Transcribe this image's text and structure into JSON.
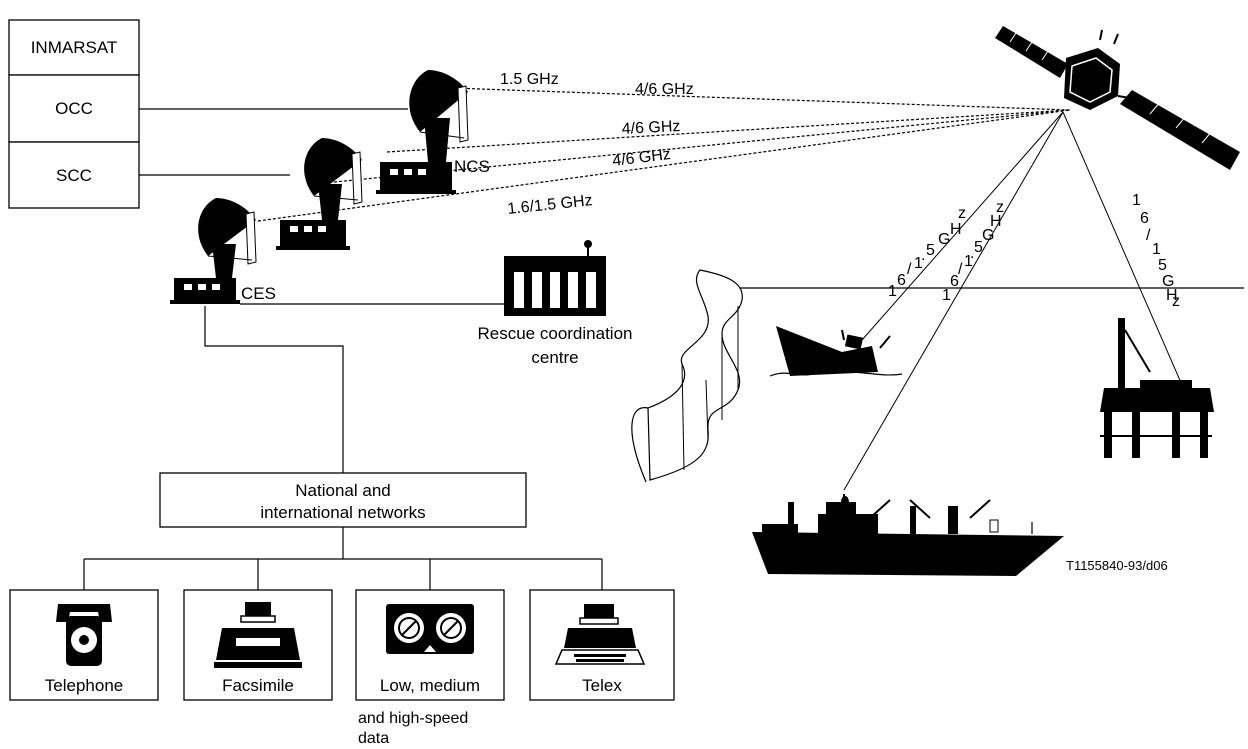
{
  "inmarsat_stack": [
    "INMARSAT",
    "OCC",
    "SCC"
  ],
  "stations": {
    "ncs": "NCS",
    "ces": "CES"
  },
  "links": {
    "ncs_up": "1.5 GHz",
    "ncs_feeder": "4/6 GHz",
    "ncs_feeder_2": "4/6 GHz",
    "ces_feeder": "4/6 GHz",
    "ces_l_band": "1.6/1.5 GHz"
  },
  "slanted_links": {
    "wreck_link": [
      "1",
      "6",
      "/",
      "1",
      ".",
      "5",
      "G",
      "H",
      "z"
    ],
    "ship_link": [
      "1",
      "6",
      "/",
      "1",
      ".",
      "5",
      "G",
      "H",
      "z"
    ],
    "platform_link": [
      "1",
      "6",
      "/",
      "1",
      "5",
      "G",
      "H",
      "z"
    ]
  },
  "rcc": {
    "line1": "Rescue coordination",
    "line2": "centre"
  },
  "networks": {
    "line1": "National and",
    "line2": "international networks"
  },
  "terminals": [
    {
      "name": "telephone",
      "label": "Telephone"
    },
    {
      "name": "facsimile",
      "label": "Facsimile"
    },
    {
      "name": "data",
      "label": "Low, medium"
    },
    {
      "name": "telex",
      "label": "Telex"
    }
  ],
  "data_caption": {
    "line2": "and high-speed",
    "line3": "data"
  },
  "figure_id": "T1155840-93/d06"
}
